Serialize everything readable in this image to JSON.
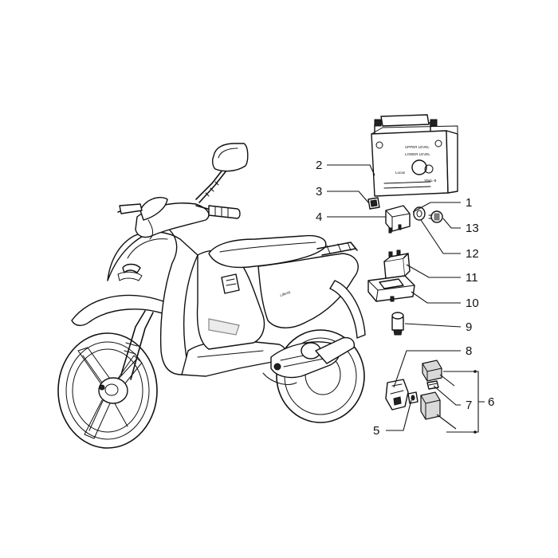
{
  "battery": {
    "model": "YB4L-B",
    "brand": "Lucas",
    "upper_level": "UPPER LEVEL",
    "lower_level": "LOWER LEVEL"
  },
  "scooter": {
    "badge": "Liberty"
  },
  "callouts": [
    {
      "id": "1",
      "label": "1"
    },
    {
      "id": "2",
      "label": "2"
    },
    {
      "id": "3",
      "label": "3"
    },
    {
      "id": "4",
      "label": "4"
    },
    {
      "id": "5",
      "label": "5"
    },
    {
      "id": "6",
      "label": "6"
    },
    {
      "id": "7",
      "label": "7"
    },
    {
      "id": "8",
      "label": "8"
    },
    {
      "id": "9",
      "label": "9"
    },
    {
      "id": "10",
      "label": "10"
    },
    {
      "id": "11",
      "label": "11"
    },
    {
      "id": "12",
      "label": "12"
    },
    {
      "id": "13",
      "label": "13"
    }
  ]
}
